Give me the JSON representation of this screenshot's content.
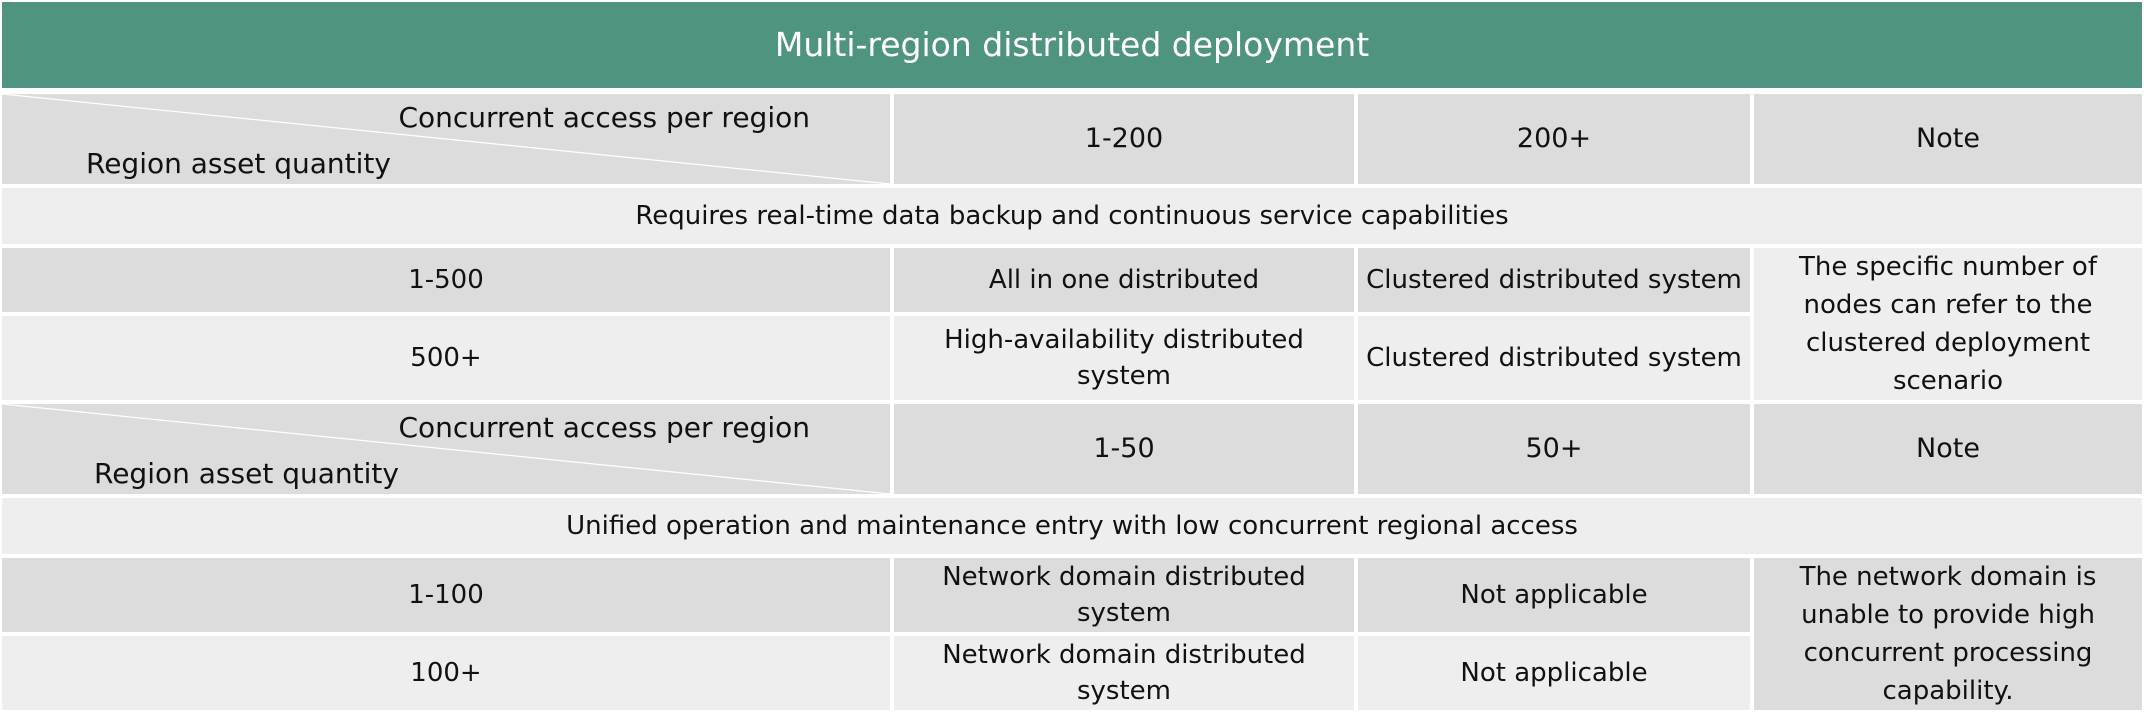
{
  "title": "Multi-region distributed deployment",
  "table1": {
    "header": {
      "col_label": "Concurrent access per region",
      "row_label": "Region asset quantity",
      "cols": [
        "1-200",
        "200+",
        "Note"
      ]
    },
    "section": "Requires real-time data backup and continuous service capabilities",
    "rows": [
      {
        "quantity": "1-500",
        "c1": "All in one distributed",
        "c2": "Clustered distributed system"
      },
      {
        "quantity": "500+",
        "c1": "High-availability distributed system",
        "c2": "Clustered distributed system"
      }
    ],
    "note": "The specific number of nodes can refer to the clustered deployment scenario"
  },
  "table2": {
    "header": {
      "col_label": "Concurrent access per region",
      "row_label": "Region asset quantity",
      "cols": [
        "1-50",
        "50+",
        "Note"
      ]
    },
    "section": "Unified operation and maintenance entry with low concurrent regional access",
    "rows": [
      {
        "quantity": "1-100",
        "c1": "Network domain distributed system",
        "c2": "Not applicable"
      },
      {
        "quantity": "100+",
        "c1": "Network domain distributed system",
        "c2": "Not applicable"
      }
    ],
    "note": "The network domain is unable to provide high concurrent processing capability."
  }
}
